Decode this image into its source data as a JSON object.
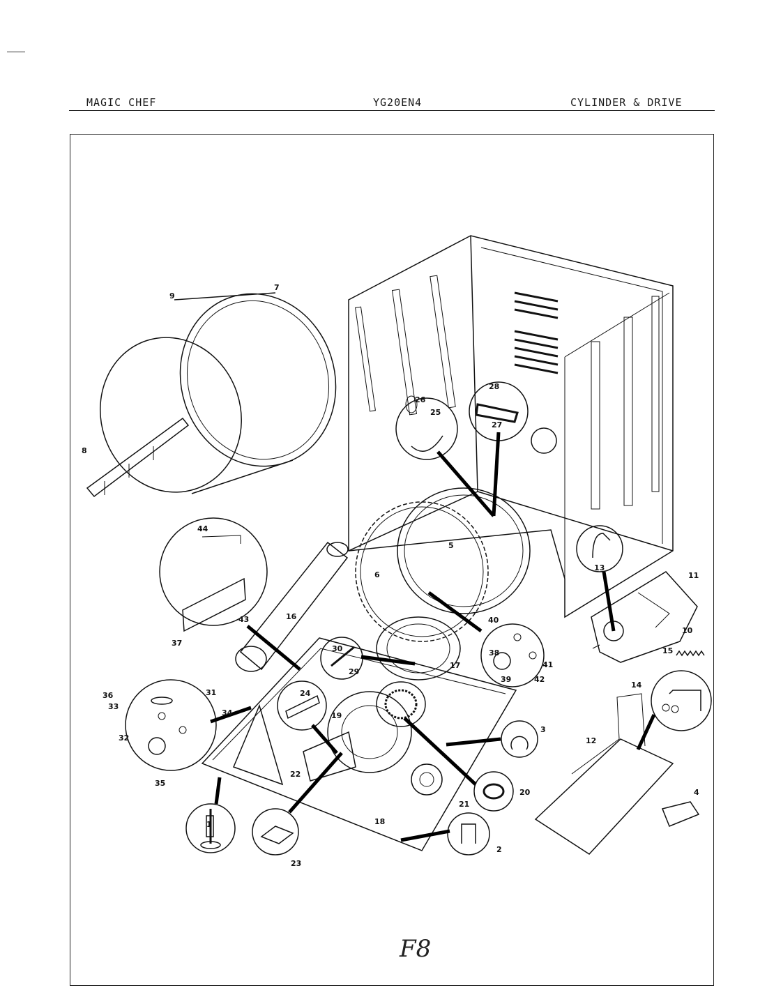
{
  "header": {
    "brand": "MAGIC CHEF",
    "model": "YG20EN4",
    "section": "CYLINDER & DRIVE"
  },
  "page_mark": "F8",
  "callouts": {
    "c1": "1",
    "c2": "2",
    "c3": "3",
    "c4": "4",
    "c5": "5",
    "c6": "6",
    "c7": "7",
    "c8": "8",
    "c9": "9",
    "c10": "10",
    "c11": "11",
    "c12": "12",
    "c13": "13",
    "c14": "14",
    "c15": "15",
    "c16": "16",
    "c17": "17",
    "c18": "18",
    "c19": "19",
    "c20": "20",
    "c21": "21",
    "c22": "22",
    "c23": "23",
    "c24": "24",
    "c25": "25",
    "c26": "26",
    "c27": "27",
    "c28": "28",
    "c29": "29",
    "c30": "30",
    "c31": "31",
    "c32": "32",
    "c33": "33",
    "c34": "34",
    "c35": "35",
    "c36": "36",
    "c37": "37",
    "c38": "38",
    "c39": "39",
    "c40": "40",
    "c41": "41",
    "c42": "42",
    "c43": "43",
    "c44": "44"
  }
}
